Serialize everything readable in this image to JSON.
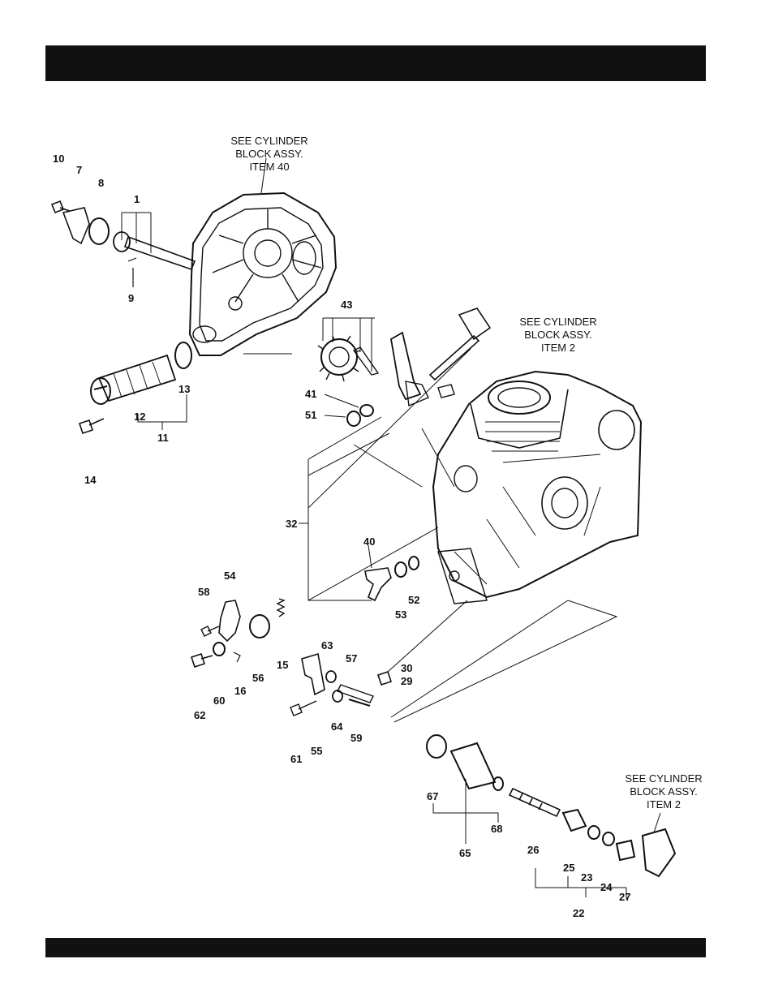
{
  "notes": {
    "top": "SEE CYLINDER\nBLOCK ASSY.\nITEM 40",
    "middle": "SEE CYLINDER\nBLOCK ASSY.\nITEM 2",
    "right": "SEE CYLINDER\nBLOCK ASSY.\nITEM 2"
  },
  "callouts": {
    "c1": "1",
    "c7": "7",
    "c8": "8",
    "c9": "9",
    "c10": "10",
    "c11": "11",
    "c12": "12",
    "c13": "13",
    "c14": "14",
    "c15": "15",
    "c16": "16",
    "c22": "22",
    "c23": "23",
    "c24": "24",
    "c25": "25",
    "c26": "26",
    "c27": "27",
    "c29": "29",
    "c30": "30",
    "c32": "32",
    "c40": "40",
    "c41": "41",
    "c43": "43",
    "c51": "51",
    "c52": "52",
    "c53": "53",
    "c54": "54",
    "c55": "55",
    "c56": "56",
    "c57": "57",
    "c58": "58",
    "c59": "59",
    "c60": "60",
    "c61": "61",
    "c62": "62",
    "c63": "63",
    "c64": "64",
    "c65": "65",
    "c67": "67",
    "c68": "68"
  }
}
